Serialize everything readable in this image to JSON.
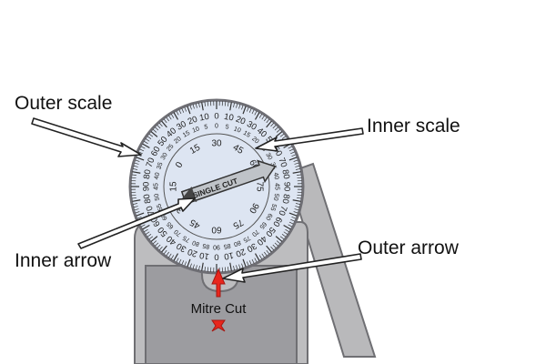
{
  "labels": {
    "outer_scale": "Outer scale",
    "inner_scale": "Inner scale",
    "inner_arrow": "Inner arrow",
    "outer_arrow": "Outer arrow",
    "mitre_cut": "Mitre Cut",
    "single_cut": "SINGLE CUT"
  },
  "colors": {
    "metal": "#b9b9bb",
    "metal_dark": "#8e8e92",
    "slot": "#9c9ca0",
    "dial_face": "#dde5f2",
    "dial_rim": "#6e6e74",
    "ink": "#222222",
    "pointer": "#e8261c",
    "callout_arrow": "#ffffff"
  },
  "dial": {
    "outer_labels": [
      "80",
      "70",
      "60",
      "50",
      "40",
      "30",
      "20",
      "10",
      "0",
      "10",
      "20",
      "30",
      "40",
      "50",
      "60",
      "70",
      "80",
      "90",
      "80",
      "70",
      "60",
      "50",
      "40",
      "30",
      "20",
      "10",
      "0",
      "10",
      "20",
      "30",
      "40",
      "50",
      "60",
      "70",
      "80",
      "90"
    ],
    "inner_labels": [
      "25",
      "20",
      "15",
      "10",
      "5",
      "0",
      "5",
      "10",
      "15",
      "20",
      "25",
      "30",
      "35",
      "40",
      "45",
      "50",
      "55",
      "60",
      "65",
      "70",
      "75",
      "80",
      "85",
      "90",
      "85",
      "80",
      "75",
      "70",
      "65",
      "60",
      "55",
      "50",
      "45",
      "40",
      "35",
      "30"
    ],
    "mid_labels": [
      "15",
      "30",
      "45",
      "60",
      "75",
      "90",
      "75",
      "60",
      "45",
      "30",
      "15",
      "0"
    ]
  }
}
